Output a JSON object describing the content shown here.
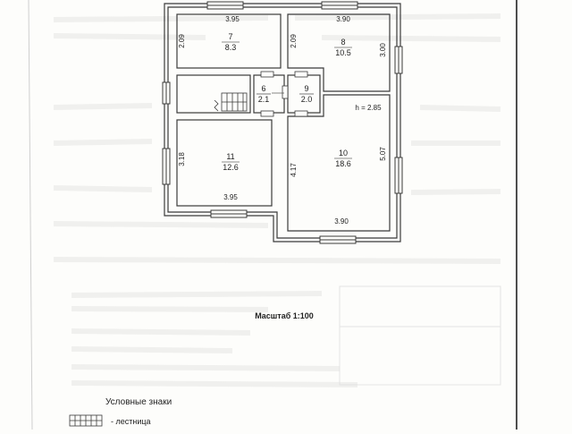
{
  "rooms": [
    {
      "number": "7",
      "area": "8.3"
    },
    {
      "number": "8",
      "area": "10.5"
    },
    {
      "number": "6",
      "area": "2.1"
    },
    {
      "number": "9",
      "area": "2.0"
    },
    {
      "number": "10",
      "area": "18.6"
    },
    {
      "number": "11",
      "area": "12.6"
    }
  ],
  "dimensions": {
    "r7_top": "3.95",
    "r7_left": "2.09",
    "r8_top": "3.90",
    "r8_left": "2.09",
    "r8_right": "3.00",
    "height_note": "h = 2.85",
    "r11_left": "3.18",
    "r11_bottom": "3.95",
    "r10_left": "4.17",
    "r10_right": "5.07",
    "r10_bottom": "3.90"
  },
  "scale_label": "Масштаб 1:100",
  "legend": {
    "title": "Условные знаки",
    "stairs_label": "- лестница"
  },
  "colors": {
    "wall": "#3a3a3a",
    "paper": "#fdfdfb",
    "border": "#222222"
  }
}
